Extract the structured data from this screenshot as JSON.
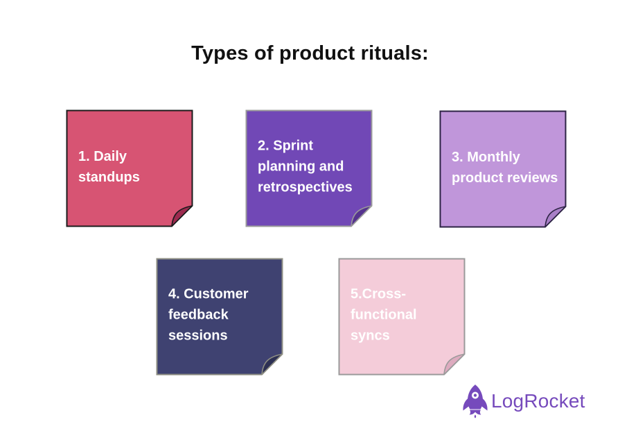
{
  "title": "Types of product rituals:",
  "notes": [
    {
      "label": "1. Daily standups",
      "fill": "#d75473",
      "fold": "#9c2b4f",
      "border": "#1b1b1b",
      "text_color": "#ffffff"
    },
    {
      "label": "2. Sprint planning and retrospectives",
      "fill": "#7148b6",
      "fold": "#55338f",
      "border": "#9a9a9a",
      "text_color": "#ffffff"
    },
    {
      "label": "3. Monthly product reviews",
      "fill": "#c096da",
      "fold": "#a87fc6",
      "border": "#2c2344",
      "text_color": "#ffffff"
    },
    {
      "label": "4. Customer feedback sessions",
      "fill": "#3f4271",
      "fold": "#2d3054",
      "border": "#8e8e83",
      "text_color": "#ffffff"
    },
    {
      "label": "5.Cross-functional syncs",
      "fill": "#f4ccd9",
      "fold": "#ddabbf",
      "border": "#9a9a9a",
      "text_color": "#ffffff"
    }
  ],
  "logo": {
    "text": "LogRocket",
    "color": "#764abc",
    "icon": "rocket-icon"
  }
}
